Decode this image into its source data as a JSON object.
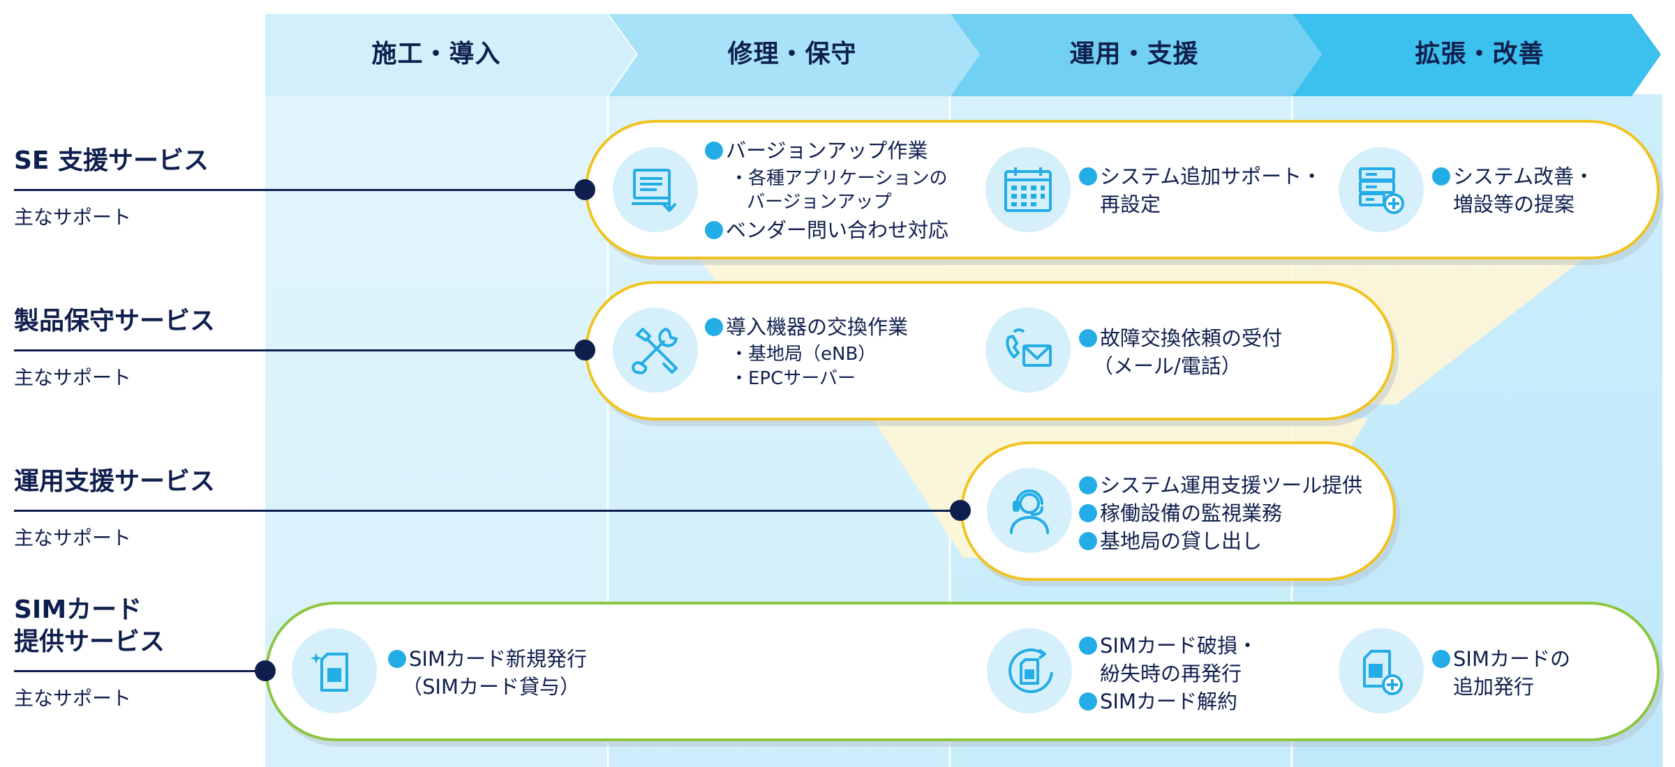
{
  "phases": [
    "施工・導入",
    "修理・保守",
    "運用・支援",
    "拡張・改善"
  ],
  "colors": {
    "navy": "#0f1f4d",
    "bullet": "#23ace6",
    "pill_border_yellow": "#f2c31f",
    "pill_border_green": "#8cc63f",
    "phase_arrow_1": "#d2f0fb",
    "phase_arrow_4": "#3cc0ee"
  },
  "services": [
    {
      "title": "SE 支援サービス",
      "sub": "主なサポート"
    },
    {
      "title": "製品保守サービス",
      "sub": "主なサポート"
    },
    {
      "title": "運用支援サービス",
      "sub": "主なサポート"
    },
    {
      "title_line1": "SIMカード",
      "title_line2": "提供サービス",
      "sub": "主なサポート"
    }
  ],
  "se": {
    "g1_icon": "monitor-download-icon",
    "g1_item1": "バージョンアップ作業",
    "g1_sub1": "・各種アプリケーションの",
    "g1_sub2": "バージョンアップ",
    "g1_item2": "ベンダー問い合わせ対応",
    "g2_icon": "calendar-icon",
    "g2_item1_l1": "システム追加サポート・",
    "g2_item1_l2": "再設定",
    "g3_icon": "server-add-icon",
    "g3_item1_l1": "システム改善・",
    "g3_item1_l2": "増設等の提案"
  },
  "maintenance": {
    "g1_icon": "tools-icon",
    "g1_item1": "導入機器の交換作業",
    "g1_sub1": "・基地局（eNB）",
    "g1_sub2": "・EPCサーバー",
    "g2_icon": "phone-mail-icon",
    "g2_item1_l1": "故障交換依頼の受付",
    "g2_item1_l2": "（メール/電話）"
  },
  "operation": {
    "g1_icon": "headset-operator-icon",
    "item1": "システム運用支援ツール提供",
    "item2": "稼働設備の監視業務",
    "item3": "基地局の貸し出し"
  },
  "sim": {
    "g1_icon": "sim-sparkle-icon",
    "g1_item1_l1": "SIMカード新規発行",
    "g1_item1_l2": "（SIMカード貸与）",
    "g2_icon": "sim-reissue-icon",
    "g2_item1_l1": "SIMカード破損・",
    "g2_item1_l2": "紛失時の再発行",
    "g2_item2": "SIMカード解約",
    "g3_icon": "sim-add-icon",
    "g3_item1_l1": "SIMカードの",
    "g3_item1_l2": "追加発行"
  }
}
